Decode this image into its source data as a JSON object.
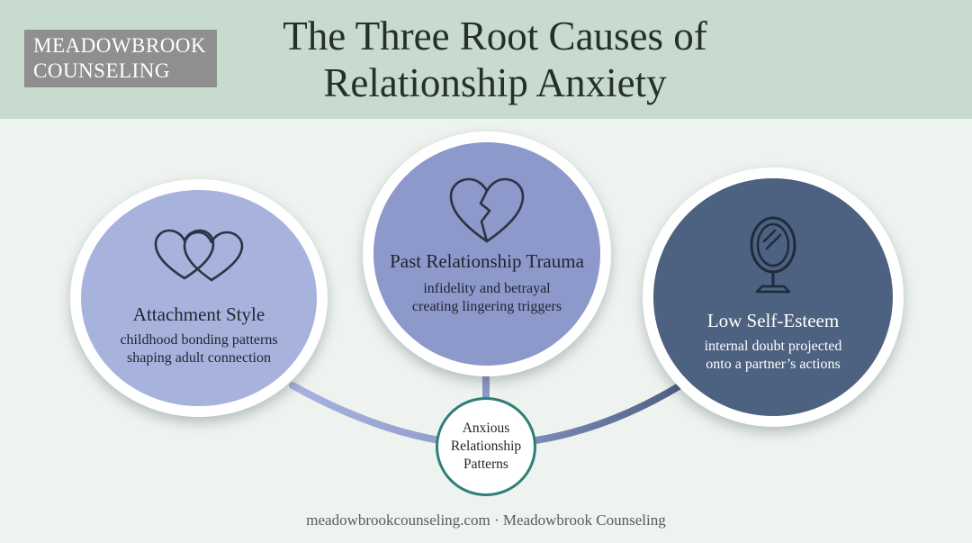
{
  "brand": {
    "line1": "MEADOWBROOK",
    "line2": "COUNSELING"
  },
  "title": {
    "line1": "The Three Root Causes of",
    "line2": "Relationship Anxiety"
  },
  "causes": [
    {
      "heading": "Attachment Style",
      "description": "childhood bonding patterns\nshaping adult connection",
      "icon": "two-hearts-icon",
      "color": "#a7b3dd"
    },
    {
      "heading": "Past Relationship Trauma",
      "description": "infidelity and betrayal\ncreating lingering triggers",
      "icon": "broken-heart-icon",
      "color": "#8d98cb"
    },
    {
      "heading": "Low Self-Esteem",
      "description": "internal doubt projected\nonto a partner’s actions",
      "icon": "mirror-icon",
      "color": "#4d6180"
    }
  ],
  "hub": {
    "label": "Anxious\nRelationship\nPatterns",
    "border_color": "#2f7f78"
  },
  "footer": {
    "text": "meadowbrookcounseling.com · Meadowbrook Counseling"
  },
  "colors": {
    "header_bg": "#c7dbcf",
    "page_bg": "#eef3ef",
    "logo_bg": "#8f8f8f"
  }
}
